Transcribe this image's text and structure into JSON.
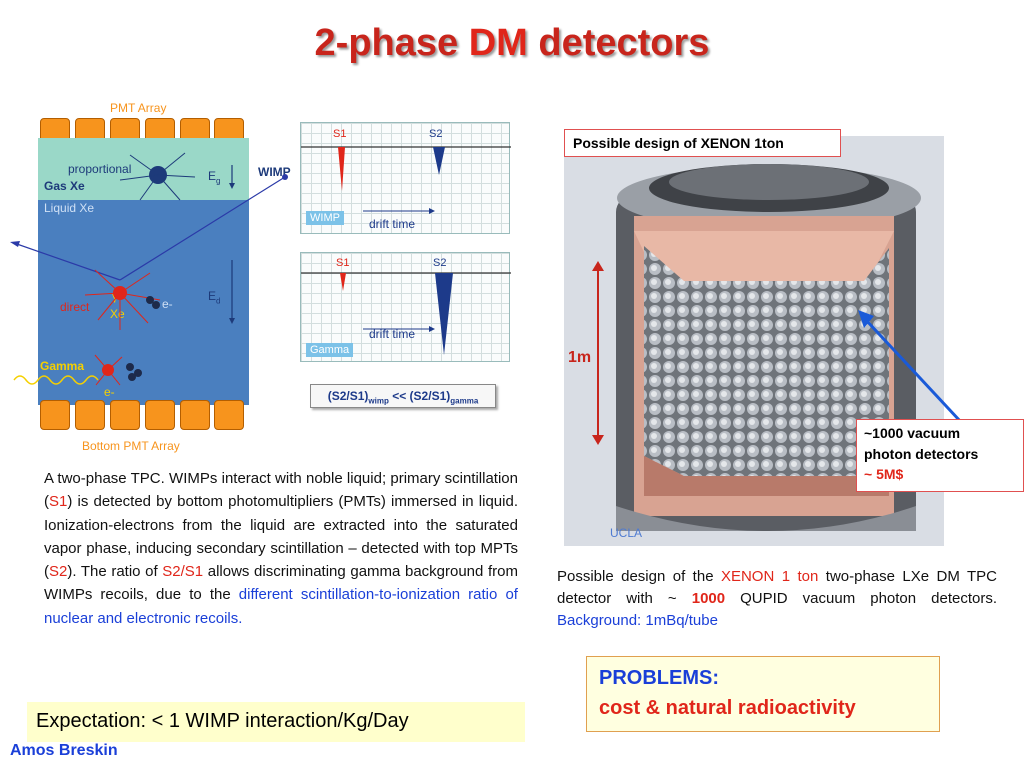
{
  "slide": {
    "title_part1": "2-phase ",
    "title_part2": "DM",
    "title_part3": " detectors",
    "author": "Amos Breskin"
  },
  "tpc": {
    "pmt_array_label": "PMT Array",
    "bottom_pmt_label": "Bottom PMT Array",
    "proportional_label": "proportional",
    "gas_label": "Gas Xe",
    "liquid_label": "Liquid Xe",
    "eg_label": "E",
    "eg_sub": "g",
    "ed_label": "E",
    "ed_sub": "d",
    "wimp_label": "WIMP",
    "direct_label": "direct",
    "gamma_small": "γ",
    "xe_label": "Xe",
    "e_minus_label": "e-",
    "gamma_label": "Gamma",
    "e_minus_bottom": "e-"
  },
  "signals": {
    "wimp_panel": {
      "s1": "S1",
      "s2": "S2",
      "drift": "drift time",
      "tag": "WIMP"
    },
    "gamma_panel": {
      "s1": "S1",
      "s2": "S2",
      "drift": "drift time",
      "tag": "Gamma"
    },
    "ratio_main1": "(S2/S1)",
    "ratio_sub1": "wimp",
    "ratio_mid": " << (S2/S1)",
    "ratio_sub2": "gamma"
  },
  "description": {
    "t1": "A two-phase TPC. WIMPs interact with noble liquid; primary scintillation (",
    "s1": "S1",
    "t2": ") is detected by bottom photomultipliers (PMTs) immersed in liquid. Ionization-electrons from the liquid are extracted into the saturated vapor phase, inducing secondary scintillation – detected with top MPTs (",
    "s2": "S2",
    "t3": "). The ratio of ",
    "ratio": "S2/S1",
    "t4": " allows discriminating gamma background from WIMPs recoils, due to the ",
    "blue": "different scintillation-to-ionization ratio of nuclear and electronic recoils."
  },
  "expectation": "Expectation: < 1 WIMP interaction/Kg/Day",
  "xenon_design": {
    "box_title": "Possible design of XENON 1ton",
    "scale_label": "1m",
    "ucla_label": "UCLA",
    "pd_line1": "~1000 vacuum",
    "pd_line2": "photon detectors",
    "pd_line3": "~ 5M$"
  },
  "possible_design": {
    "t1": "Possible design of the ",
    "red1": "XENON 1 ton",
    "t2": " two-phase LXe DM TPC detector with ~ ",
    "red2": "1000",
    "t3": " QUPID vacuum photon detectors.  ",
    "blue": "Background: 1mBq/tube"
  },
  "problems": {
    "title": "PROBLEMS:",
    "line": "cost & natural radioactivity"
  },
  "colors": {
    "title_red": "#c8251c",
    "highlight_red": "#e0261a",
    "highlight_blue": "#1a3fd8",
    "pmt_orange": "#f7941d",
    "gas_teal": "#9ad8c8",
    "liquid_blue": "#4a7fbf"
  }
}
